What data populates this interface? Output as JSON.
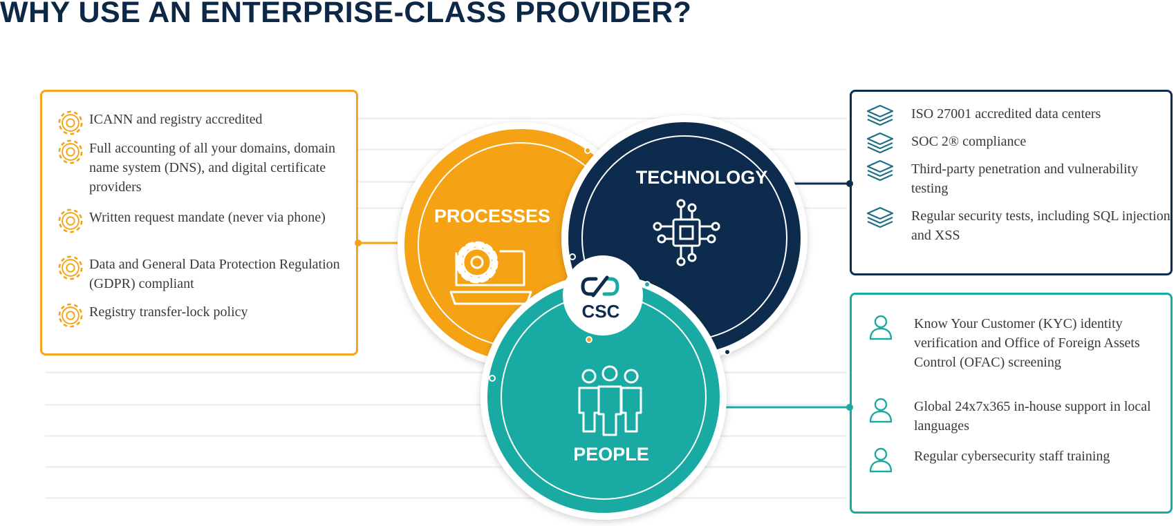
{
  "title": "WHY USE AN ENTERPRISE-CLASS PROVIDER?",
  "circles": {
    "processes": {
      "label": "PROCESSES",
      "color": "#f5a314",
      "icon": "gear-laptop-icon"
    },
    "technology": {
      "label": "TECHNOLOGY",
      "color": "#0d2c4d",
      "icon": "circuit-chip-icon"
    },
    "people": {
      "label": "PEOPLE",
      "color": "#19aba3",
      "icon": "people-group-icon"
    }
  },
  "center_logo": {
    "text": "CSC",
    "icon": "csc-link-icon"
  },
  "processes_items": [
    {
      "text": "ICANN and registry accredited",
      "icon": "gear-icon"
    },
    {
      "text": "Full accounting of all your domains, domain name system (DNS), and digital certificate providers",
      "icon": "gear-icon"
    },
    {
      "text": "Written request mandate (never via phone)",
      "icon": "gear-icon"
    },
    {
      "text": "Data and General Data Protection Regulation (GDPR) compliant",
      "icon": "gear-icon"
    },
    {
      "text": "Registry transfer-lock policy",
      "icon": "gear-icon"
    }
  ],
  "technology_items": [
    {
      "text": "ISO 27001 accredited data centers",
      "icon": "stack-icon"
    },
    {
      "text": "SOC 2® compliance",
      "icon": "stack-icon"
    },
    {
      "text": "Third-party penetration and vulnerability testing",
      "icon": "stack-icon"
    },
    {
      "text": "Regular security tests, including SQL injection and XSS",
      "icon": "stack-icon"
    }
  ],
  "people_items": [
    {
      "text": "Know Your Customer (KYC) identity verification and Office of Foreign Assets Control (OFAC) screening",
      "icon": "person-icon"
    },
    {
      "text": "Global 24x7x365 in-house support in local languages",
      "icon": "person-icon"
    },
    {
      "text": "Regular cybersecurity staff training",
      "icon": "person-icon"
    }
  ],
  "colors": {
    "orange": "#f5a314",
    "navy": "#0d2c4d",
    "teal": "#19aba3",
    "heading": "#0d2847"
  }
}
